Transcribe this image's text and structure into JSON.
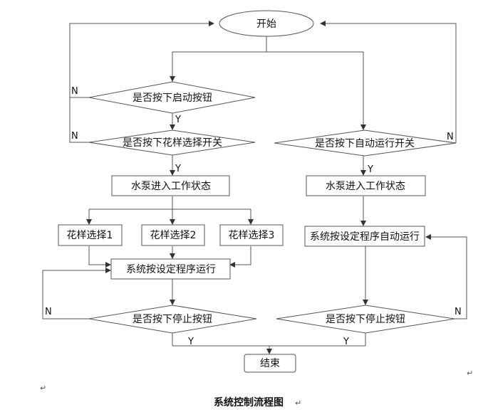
{
  "nodes": {
    "start": "开始",
    "start_button_q": "是否按下启动按钮",
    "pattern_switch_q": "是否按下花样选择开关",
    "auto_run_switch_q": "是否按下自动运行开关",
    "pump_work_left": "水泵进入工作状态",
    "pump_work_right": "水泵进入工作状态",
    "pattern_1": "花样选择1",
    "pattern_2": "花样选择2",
    "pattern_3": "花样选择3",
    "run_program_left": "系统按设定程序运行",
    "run_program_auto": "系统按设定程序自动运行",
    "stop_q_left": "是否按下停止按钮",
    "stop_q_right": "是否按下停止按钮",
    "end": "结束"
  },
  "labels": {
    "yes": "Y",
    "no": "N"
  },
  "caption": "系统控制流程图",
  "paragraph_mark": "↵"
}
